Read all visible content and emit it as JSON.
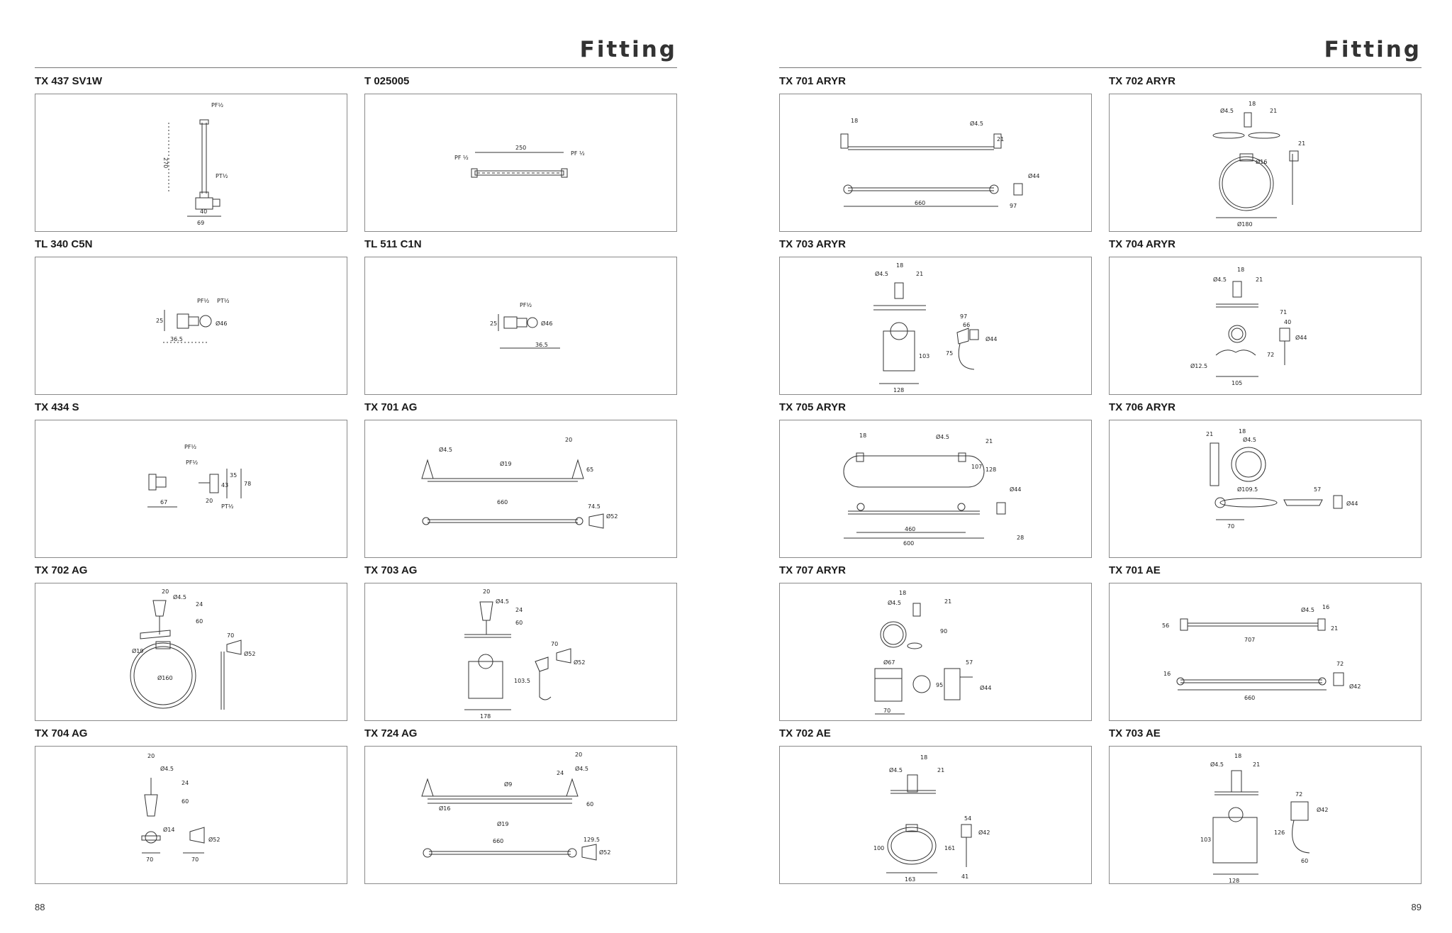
{
  "left_page": {
    "heading": "Fitting",
    "page_number": "88",
    "items": [
      {
        "code": "TX 437 SV1W",
        "dims": [
          "PF½",
          "270",
          "PT½",
          "40",
          "69"
        ]
      },
      {
        "code": "T 025005",
        "dims": [
          "PF ½",
          "250",
          "PF ½"
        ]
      },
      {
        "code": "TL 340 C5N",
        "dims": [
          "PF½",
          "PT½",
          "25",
          "Ø46",
          "36.5"
        ]
      },
      {
        "code": "TL 511 C1N",
        "dims": [
          "PF½",
          "25",
          "Ø46",
          "36.5"
        ]
      },
      {
        "code": "TX 434 S",
        "dims": [
          "PF½",
          "PF½",
          "35",
          "78",
          "43",
          "67",
          "20",
          "PT½"
        ]
      },
      {
        "code": "TX 701 AG",
        "dims": [
          "Ø4.5",
          "20",
          "Ø19",
          "65",
          "660",
          "74.5",
          "Ø52"
        ]
      },
      {
        "code": "TX 702 AG",
        "dims": [
          "20",
          "Ø4.5",
          "24",
          "60",
          "Ø19",
          "Ø160",
          "70",
          "Ø52"
        ]
      },
      {
        "code": "TX 703 AG",
        "dims": [
          "20",
          "Ø4.5",
          "24",
          "60",
          "70",
          "Ø52",
          "103.5",
          "178"
        ]
      },
      {
        "code": "TX 704 AG",
        "dims": [
          "20",
          "Ø4.5",
          "24",
          "60",
          "Ø14",
          "70",
          "70",
          "Ø52"
        ]
      },
      {
        "code": "TX 724 AG",
        "dims": [
          "20",
          "24",
          "Ø4.5",
          "Ø9",
          "Ø16",
          "60",
          "Ø19",
          "660",
          "129.5",
          "Ø52"
        ]
      }
    ]
  },
  "right_page": {
    "heading": "Fitting",
    "page_number": "89",
    "items": [
      {
        "code": "TX 701 ARYR",
        "dims": [
          "18",
          "Ø4.5",
          "21",
          "660",
          "Ø44",
          "97"
        ]
      },
      {
        "code": "TX 702 ARYR",
        "dims": [
          "Ø4.5",
          "18",
          "21",
          "21",
          "Ø16",
          "Ø180"
        ]
      },
      {
        "code": "TX 703 ARYR",
        "dims": [
          "18",
          "Ø4.5",
          "21",
          "97",
          "66",
          "Ø44",
          "75",
          "103",
          "128"
        ]
      },
      {
        "code": "TX 704 ARYR",
        "dims": [
          "18",
          "Ø4.5",
          "21",
          "71",
          "40",
          "Ø44",
          "72",
          "Ø12.5",
          "105"
        ]
      },
      {
        "code": "TX 705 ARYR",
        "dims": [
          "18",
          "Ø4.5",
          "21",
          "107",
          "128",
          "Ø44",
          "460",
          "600",
          "28"
        ]
      },
      {
        "code": "TX 706 ARYR",
        "dims": [
          "21",
          "18",
          "Ø4.5",
          "Ø109.5",
          "57",
          "Ø44",
          "70"
        ]
      },
      {
        "code": "TX 707 ARYR",
        "dims": [
          "18",
          "Ø4.5",
          "21",
          "90",
          "Ø67",
          "57",
          "95",
          "Ø44",
          "70"
        ]
      },
      {
        "code": "TX 701 AE",
        "dims": [
          "Ø4.5",
          "16",
          "56",
          "21",
          "707",
          "72",
          "16",
          "Ø42",
          "660"
        ]
      },
      {
        "code": "TX 702 AE",
        "dims": [
          "18",
          "Ø4.5",
          "21",
          "54",
          "Ø42",
          "100",
          "161",
          "163",
          "41"
        ]
      },
      {
        "code": "TX 703 AE",
        "dims": [
          "18",
          "Ø4.5",
          "21",
          "72",
          "Ø42",
          "103",
          "126",
          "128",
          "60"
        ]
      }
    ]
  }
}
